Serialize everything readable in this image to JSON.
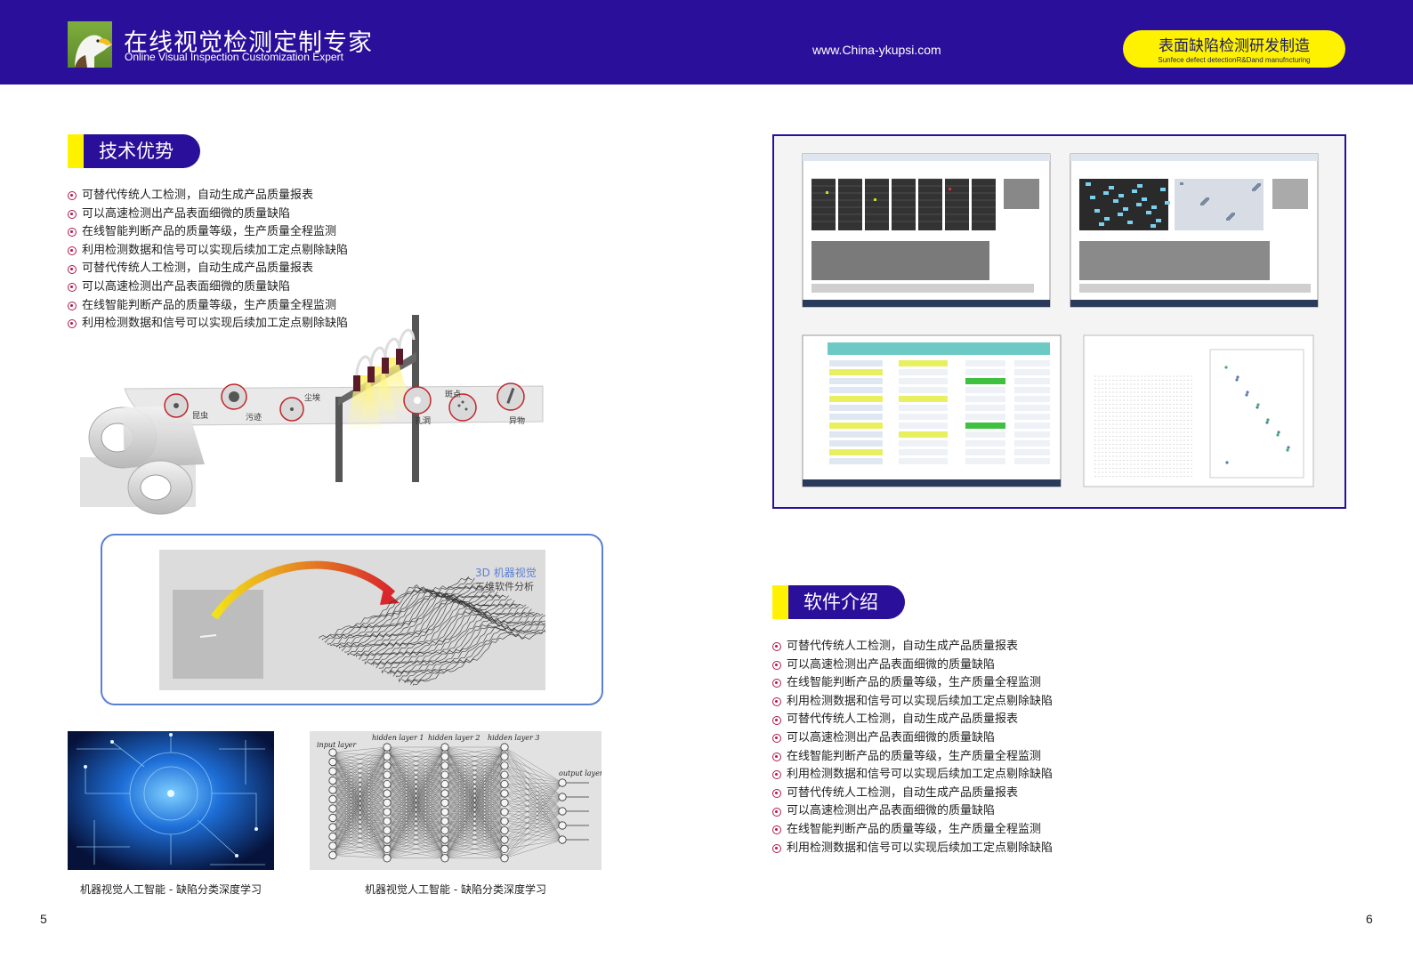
{
  "header": {
    "title_cn": "在线视觉检测定制专家",
    "title_en": "Online Visual Inspection Customization Expert",
    "url": "www.China-ykupsi.com",
    "badge_cn": "表面缺陷检测研发制造",
    "badge_en": "Sunfece defect detectionR&Dand manufncturing"
  },
  "left": {
    "section_title": "技术优势",
    "bullets": [
      "可替代传统人工检测，自动生成产品质量报表",
      "可以高速检测出产品表面细微的质量缺陷",
      "在线智能判断产品的质量等级，生产质量全程监测",
      "利用检测数据和信号可以实现后续加工定点剔除缺陷",
      "可替代传统人工检测，自动生成产品质量报表",
      "可以高速检测出产品表面细微的质量缺陷",
      "在线智能判断产品的质量等级，生产质量全程监测",
      "利用检测数据和信号可以实现后续加工定点剔除缺陷"
    ],
    "defect_labels": [
      "昆虫",
      "污迹",
      "尘埃",
      "孔洞",
      "斑点",
      "异物"
    ],
    "figure_3d_title": "3D 机器视觉",
    "figure_3d_sub": "三维软件分析",
    "nn_labels": {
      "input": "input layer",
      "hidden1": "hidden layer 1",
      "hidden2": "hidden layer 2",
      "hidden3": "hidden layer 3",
      "output": "output layer"
    },
    "caption_1": "机器视觉人工智能 - 缺陷分类深度学习",
    "caption_2": "机器视觉人工智能 - 缺陷分类深度学习",
    "page_number": "5"
  },
  "right": {
    "section_title": "软件介绍",
    "bullets": [
      "可替代传统人工检测，自动生成产品质量报表",
      "可以高速检测出产品表面细微的质量缺陷",
      "在线智能判断产品的质量等级，生产质量全程监测",
      "利用检测数据和信号可以实现后续加工定点剔除缺陷",
      "可替代传统人工检测，自动生成产品质量报表",
      "可以高速检测出产品表面细微的质量缺陷",
      "在线智能判断产品的质量等级，生产质量全程监测",
      "利用检测数据和信号可以实现后续加工定点剔除缺陷",
      "可替代传统人工检测，自动生成产品质量报表",
      "可以高速检测出产品表面细微的质量缺陷",
      "在线智能判断产品的质量等级，生产质量全程监测",
      "利用检测数据和信号可以实现后续加工定点剔除缺陷"
    ],
    "page_number": "6"
  },
  "colors": {
    "header_bg": "#2a0f9a",
    "accent_yellow": "#fff200",
    "bullet": "#b1184c",
    "frame_blue": "#5b7fd6"
  },
  "icons": [
    "eagle-logo-icon",
    "bullet-target-icon"
  ]
}
